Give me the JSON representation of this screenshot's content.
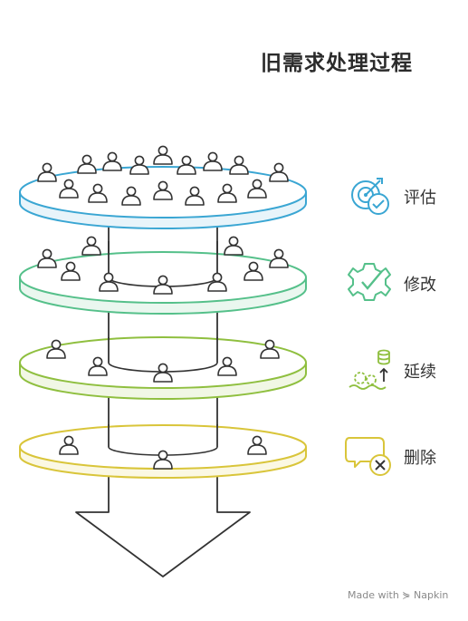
{
  "title": "旧需求处理过程",
  "stages": [
    {
      "label": "评估",
      "icon": "target-check-icon",
      "color": "#3aa6d3",
      "fill": "#e8f4fa"
    },
    {
      "label": "修改",
      "icon": "gear-check-icon",
      "color": "#55c08a",
      "fill": "#eaf7ef"
    },
    {
      "label": "延续",
      "icon": "database-gears-icon",
      "color": "#8fbf3f",
      "fill": "#f1f7e5"
    },
    {
      "label": "删除",
      "icon": "speech-bubble-x-icon",
      "color": "#d9c53a",
      "fill": "#fbf8e3"
    }
  ],
  "arrow_color": "#333333",
  "watermark": "Made with ⋟ Napkin"
}
